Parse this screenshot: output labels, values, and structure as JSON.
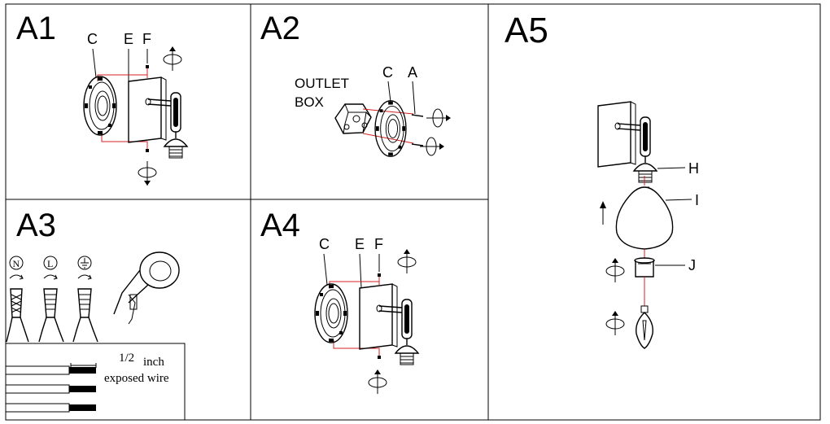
{
  "panels": {
    "a1": {
      "title": "A1",
      "labels": {
        "c": "C",
        "e": "E",
        "f": "F"
      }
    },
    "a2": {
      "title": "A2",
      "labels": {
        "outlet": "OUTLET",
        "box": "BOX",
        "c": "C",
        "a": "A"
      }
    },
    "a3": {
      "title": "A3",
      "symbols": {
        "n": "N",
        "l": "L"
      },
      "wire": {
        "fraction": "1/2",
        "unit": "inch",
        "caption": "exposed wire"
      }
    },
    "a4": {
      "title": "A4",
      "labels": {
        "c": "C",
        "e": "E",
        "f": "F"
      }
    },
    "a5": {
      "title": "A5",
      "labels": {
        "h": "H",
        "i": "I",
        "j": "J"
      }
    }
  },
  "colors": {
    "line": "#000000",
    "guide": "#d42020",
    "background": "#ffffff"
  },
  "icons": [
    "rotate-arrow-icon",
    "ground-symbol-icon",
    "wire-nut-icon",
    "electrical-tape-icon",
    "bulb-icon"
  ]
}
